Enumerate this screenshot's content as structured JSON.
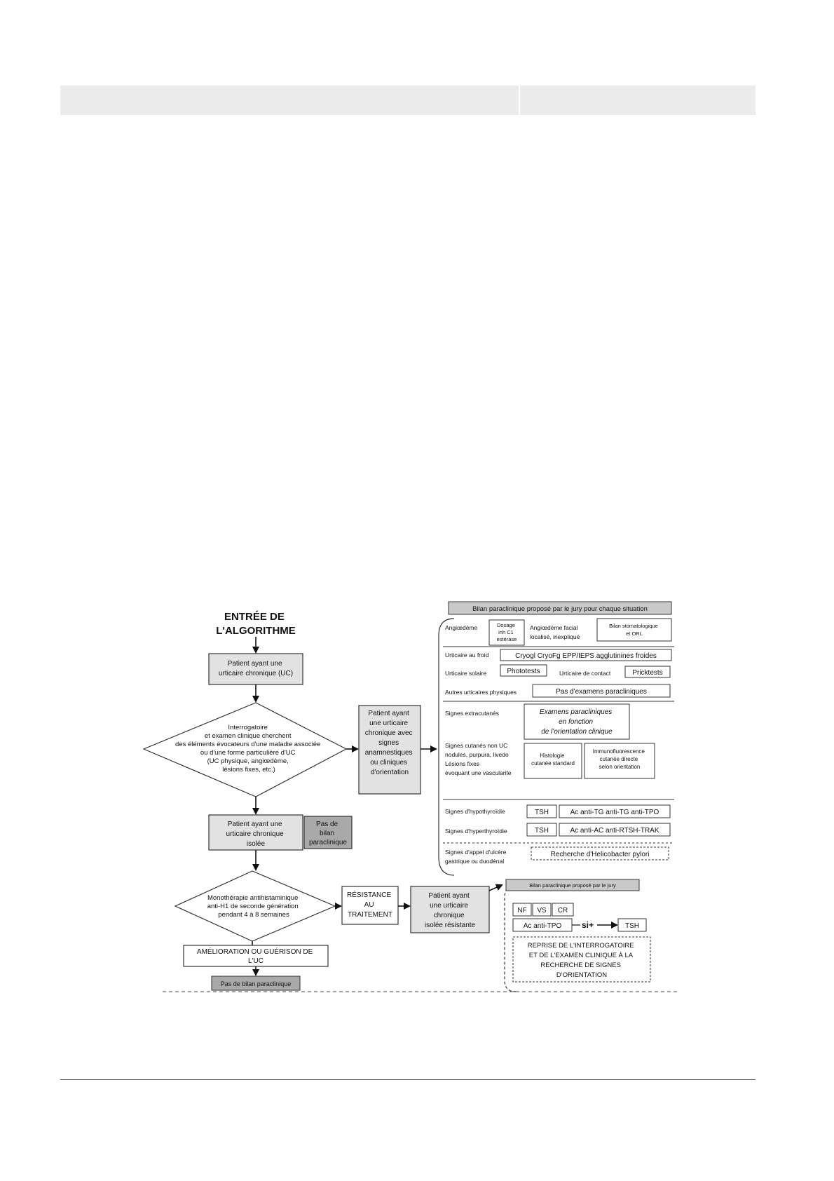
{
  "header": {
    "left": "",
    "right": ""
  },
  "diagram": {
    "entry": [
      "ENTRÉE DE",
      "L'ALGORITHME"
    ],
    "box_uc": [
      "Patient ayant une",
      "urticaire chronique (UC)"
    ],
    "diamond_interrogatoire": [
      "Interrogatoire",
      "et examen clinique cherchent",
      "des éléments évocateurs d'une maladie associée",
      "ou d'une forme particulière d'UC",
      "(UC physique, angiœdème,",
      "lésions fixes, etc.)"
    ],
    "box_signes": [
      "Patient ayant",
      "une urticaire",
      "chronique avec",
      "signes",
      "anamnestiques",
      "ou cliniques",
      "d'orientation"
    ],
    "box_isolee": [
      "Patient ayant une",
      "urticaire chronique",
      "isolée"
    ],
    "box_pas_bilan": [
      "Pas de",
      "bilan",
      "paraclinique"
    ],
    "diamond_mono": [
      "Monothérapie antihistaminique",
      "anti-H1 de seconde génération",
      "pendant 4 à 8 semaines"
    ],
    "box_resistance": [
      "RÉSISTANCE",
      "AU",
      "TRAITEMENT"
    ],
    "box_resistante": [
      "Patient ayant",
      "une urticaire",
      "chronique",
      "isolée résistante"
    ],
    "box_amelioration": [
      "AMÉLIORATION OU GUÉRISON DE",
      "L'UC"
    ],
    "box_pas_bilan_bottom": "Pas de bilan paraclinique",
    "right_panel": {
      "title": "Bilan paraclinique proposé par le jury pour chaque situation",
      "angio_label": "Angiœdème",
      "angio_box": [
        "Dosage",
        "inh C1",
        "estérase"
      ],
      "angio_facial": [
        "Angiœdème facial",
        "localisé, inexpliqué"
      ],
      "angio_bilan": [
        "Bilan stomatologique",
        "et ORL"
      ],
      "froid_label": "Urticaire au froid",
      "froid_box": "Cryogl CryoFg EPP/IEPS agglutinines froides",
      "solaire_label": "Urticaire solaire",
      "solaire_box": "Phototests",
      "contact_label": "Urticaire de contact",
      "contact_box": "Pricktests",
      "autres_label": "Autres urticaires physiques",
      "autres_box": "Pas d'examens paracliniques",
      "extra_label": "Signes extracutanés",
      "extra_box": [
        "Examens paracliniques",
        "en fonction",
        "de l'orientation clinique"
      ],
      "cutanes_label": [
        "Signes cutanés non UC",
        "nodules, purpura, livedo",
        "Lésions fixes",
        "évoquant une vascularite"
      ],
      "histo_box": [
        "Histologie",
        "cutanée standard"
      ],
      "immuno_box": [
        "Immunofluorescence",
        "cutanée directe",
        "selon orientation"
      ],
      "hypo_label": "Signes d'hypothyroïdie",
      "hypo_tsh": "TSH",
      "hypo_ac": "Ac anti-TG anti-TG anti-TPO",
      "hyper_label": "Signes d'hyperthyroïdie",
      "hyper_tsh": "TSH",
      "hyper_ac": "Ac anti-AC anti-RTSH-TRAK",
      "ulcere_label": [
        "Signes d'appel d'ulcère",
        "gastrique ou duodénal"
      ],
      "ulcere_box": "Recherche d'Helicobacter pylori"
    },
    "lower_panel": {
      "title": "Bilan paraclinique proposé par le jury",
      "nf": "NF",
      "vs": "VS",
      "cr": "CR",
      "ac_tpo": "Ac anti-TPO",
      "si": "si+",
      "tsh": "TSH",
      "reprise": [
        "REPRISE DE L'INTERROGATOIRE",
        "ET DE L'EXAMEN CLINIQUE À LA",
        "RECHERCHE DE SIGNES",
        "D'ORIENTATION"
      ]
    }
  }
}
